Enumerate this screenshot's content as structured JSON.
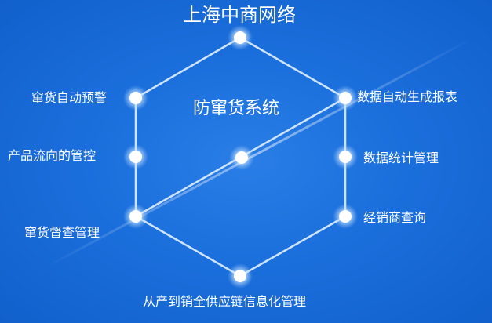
{
  "title": "上海中商网络",
  "center_title": "防窜货系统",
  "nodes": {
    "top": "",
    "upper_left": "窜货自动预警",
    "upper_right": "数据自动生成报表",
    "mid_left": "产品流向的管控",
    "mid_right": "数据统计管理",
    "lower_left": "窜货督查管理",
    "lower_right": "经销商查询",
    "bottom": "从产到销全供应链信息化管理"
  },
  "colors": {
    "background": "#1b6fdc",
    "line": "#cfe4ff",
    "node": "#ffffff",
    "text": "#ffffff"
  }
}
